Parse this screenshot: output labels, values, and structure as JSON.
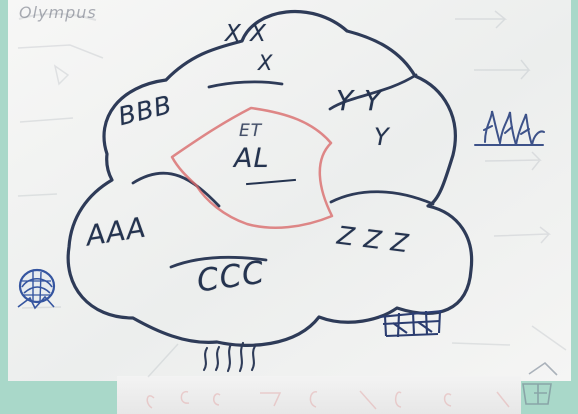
{
  "photo": {
    "faint_top_text": "Olympus",
    "center_top": "ET",
    "center_main": "AL",
    "top_left_label": "BBB",
    "top_center_marks": "X X",
    "top_center_marks_2": "X",
    "top_right_marks": "Y Y",
    "top_right_marks_2": "Y",
    "left_label": "AAA",
    "bottom_label": "CCC",
    "right_label": "Z Z Z",
    "colors": {
      "background": "#a9d8c9",
      "whiteboard": "#f2f4f3",
      "marker": "#24334f",
      "red_marker": "#d96b6b"
    },
    "icons": [
      "globe-icon",
      "shrub-icon",
      "grid-icon",
      "heat-lines-icon"
    ]
  }
}
